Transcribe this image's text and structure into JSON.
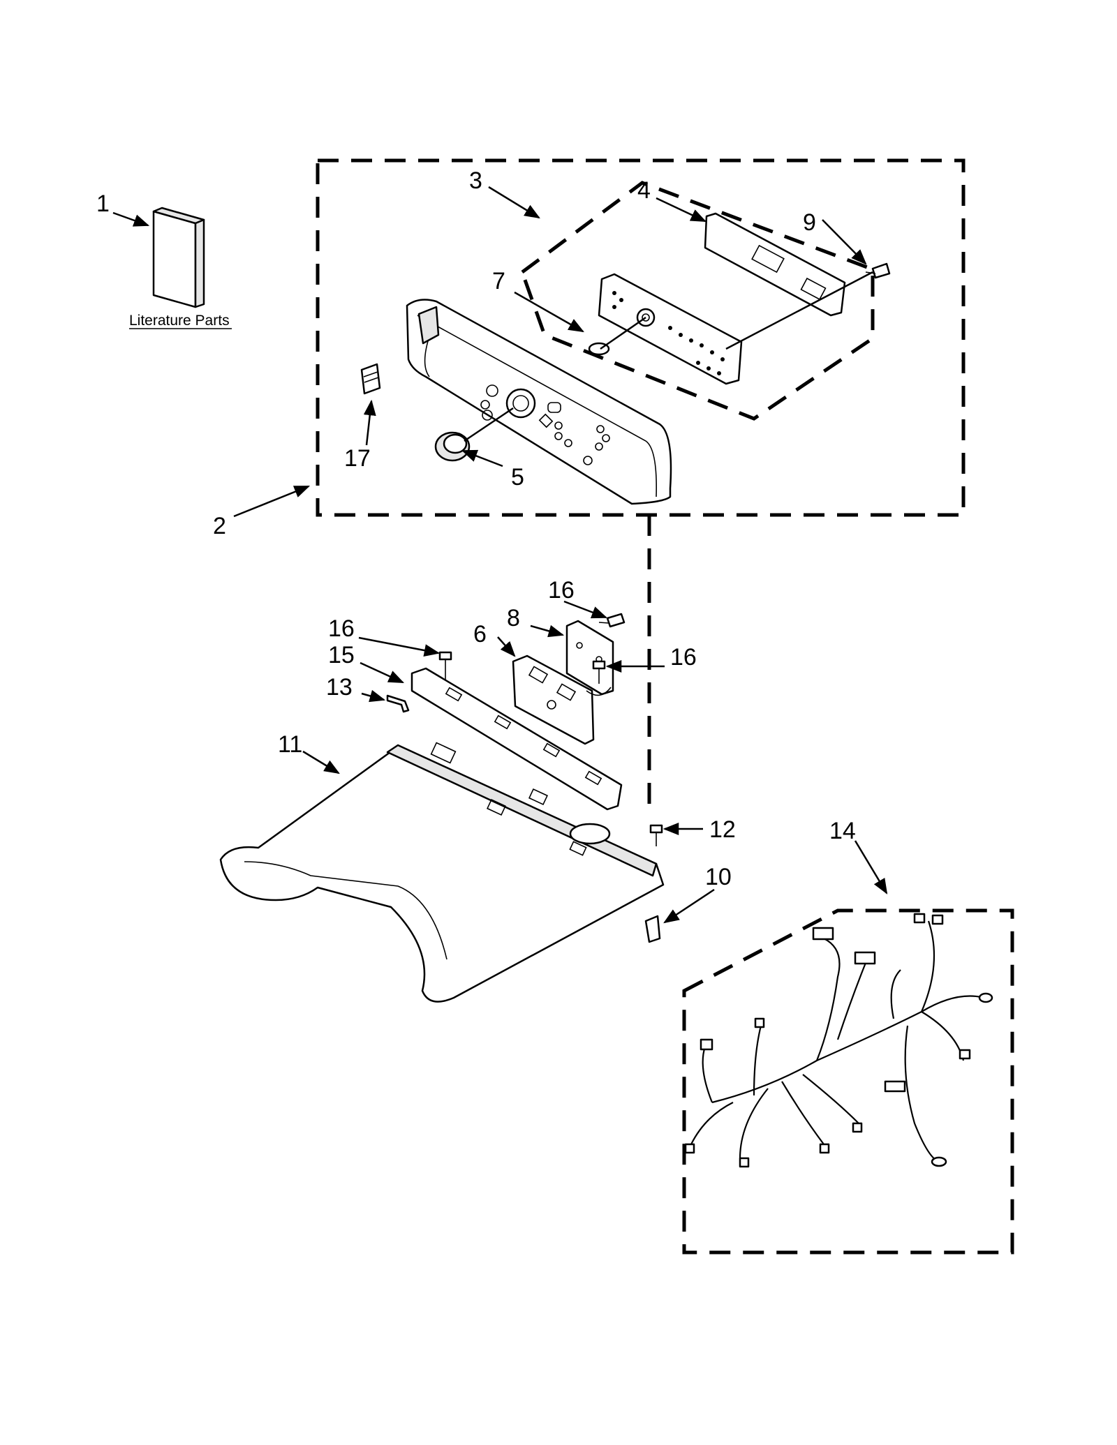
{
  "literature_label": "Literature Parts",
  "callouts": {
    "c1": "1",
    "c2": "2",
    "c3": "3",
    "c4": "4",
    "c5": "5",
    "c6": "6",
    "c7": "7",
    "c8": "8",
    "c9": "9",
    "c10": "10",
    "c11": "11",
    "c12": "12",
    "c13": "13",
    "c14": "14",
    "c15": "15",
    "c16a": "16",
    "c16b": "16",
    "c16c": "16",
    "c17": "17"
  }
}
